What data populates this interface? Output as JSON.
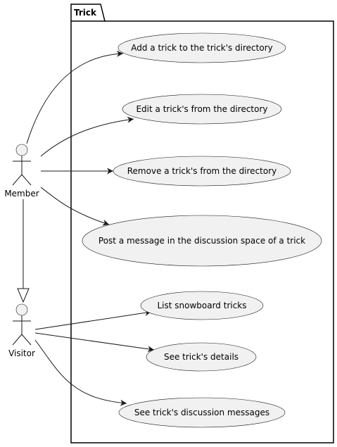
{
  "package": {
    "title": "Trick"
  },
  "actors": {
    "member": {
      "label": "Member"
    },
    "visitor": {
      "label": "Visitor"
    }
  },
  "use_cases": [
    {
      "id": "add",
      "label": "Add a trick to the trick's directory"
    },
    {
      "id": "edit",
      "label": "Edit a trick's from the directory"
    },
    {
      "id": "remove",
      "label": "Remove a trick's from the directory"
    },
    {
      "id": "post",
      "label": "Post a message in the discussion space of a trick"
    },
    {
      "id": "list",
      "label": "List snowboard tricks"
    },
    {
      "id": "details",
      "label": "See trick's details"
    },
    {
      "id": "messages",
      "label": "See trick's discussion messages"
    }
  ]
}
